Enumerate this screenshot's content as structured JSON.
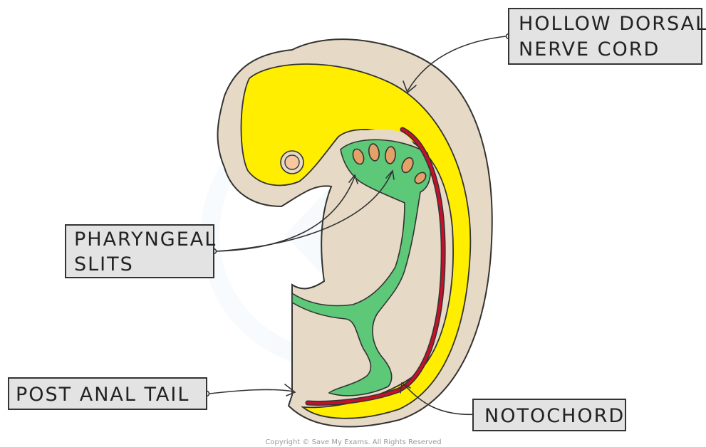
{
  "labels": {
    "hollow_dorsal_nerve_cord": [
      "HOLLOW DORSAL",
      "NERVE CORD"
    ],
    "pharyngeal_slits": [
      "PHARYNGEAL",
      "SLITS"
    ],
    "post_anal_tail": "POST ANAL TAIL",
    "notochord": "NOTOCHORD"
  },
  "copyright": "Copyright © Save My Exams. All Rights Reserved",
  "colors": {
    "body_tissue": "#e6dac6",
    "nerve_cord": "#ffee00",
    "pharynx": "#5cc878",
    "notochord": "#c4102a",
    "slit": "#e4a168",
    "eye": "#f7c8a0",
    "tag_fill": "#e3e3e3",
    "outline": "#333333"
  }
}
